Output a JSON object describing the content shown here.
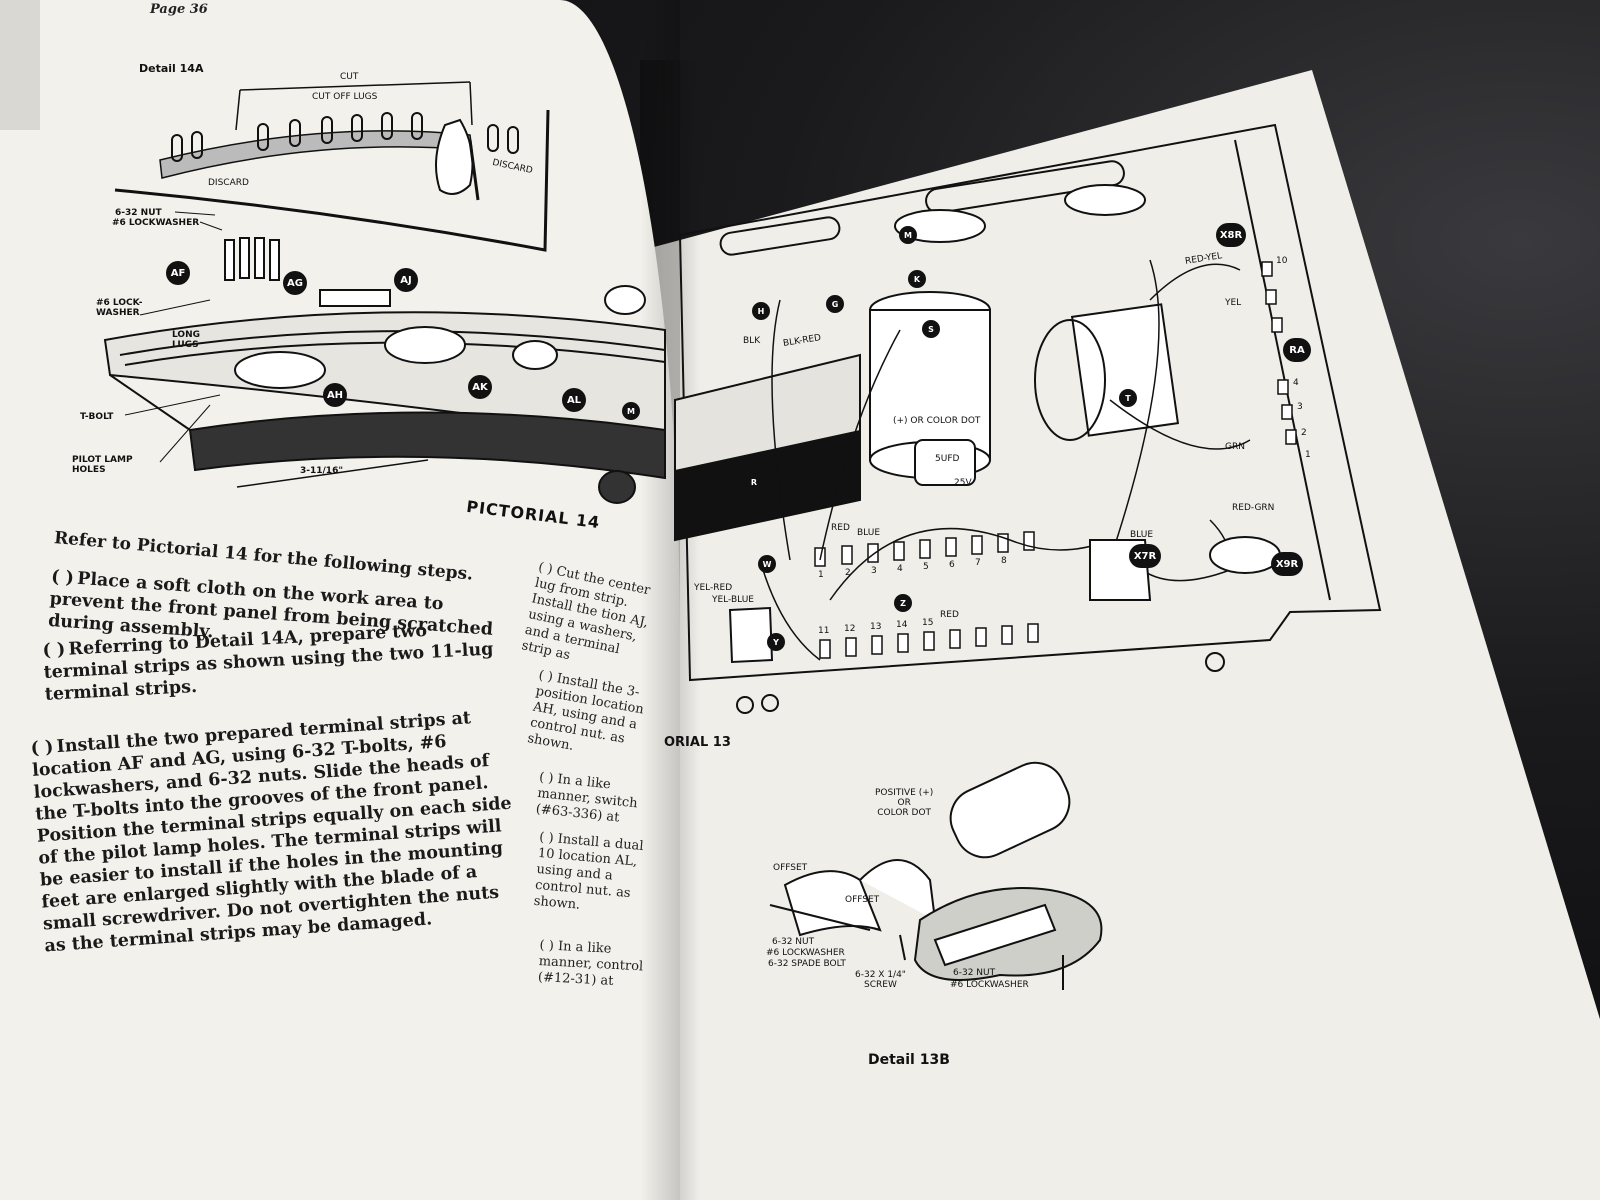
{
  "page": {
    "number": "Page 36"
  },
  "detail_14a": {
    "title": "Detail 14A",
    "labels": {
      "cut": "CUT",
      "cut_off_lugs": "CUT OFF LUGS",
      "discard_left": "DISCARD",
      "discard_right": "DISCARD"
    }
  },
  "pictorial_14": {
    "title": "PICTORIAL 14",
    "labels": {
      "nut": "6-32 NUT",
      "lockwasher": "#6 LOCKWASHER",
      "lockwasher2": "#6 LOCK-\nWASHER",
      "long_lugs": "LONG\nLUGS",
      "t_bolt": "T-BOLT",
      "pilot_holes": "PILOT LAMP\nHOLES",
      "dimension": "3-11/16\""
    },
    "badges": [
      "AF",
      "AG",
      "AJ",
      "AH",
      "AK",
      "AL",
      "M"
    ]
  },
  "instructions": {
    "intro": "Refer to Pictorial 14 for the following steps.",
    "steps": [
      {
        "check": "( )",
        "text": "Place a soft cloth on the work area to prevent the front panel from being scratched during assembly."
      },
      {
        "check": "( )",
        "text": "Referring to Detail 14A, prepare two terminal strips as shown using the two 11-lug terminal strips."
      },
      {
        "check": "( )",
        "text": "Install the two prepared terminal strips at location AF and AG, using 6-32 T-bolts, #6 lockwashers, and 6-32 nuts. Slide the heads of the T-bolts into the grooves of the front panel. Position the terminal strips equally on each side of the pilot lamp holes. The terminal strips will be easier to install if the holes in the mounting feet are enlarged slightly with the blade of a small screwdriver. Do not overtighten the nuts as the terminal strips may be damaged."
      }
    ]
  },
  "middle_column": [
    {
      "check": "( )",
      "text": "Cut the center lug from strip. Install the tion AJ, using a washers, and a terminal strip as"
    },
    {
      "check": "( )",
      "text": "Install the 3-position location AH, using and a control nut. as shown."
    },
    {
      "check": "( )",
      "text": "In a like manner, switch (#63-336) at"
    },
    {
      "check": "( )",
      "text": "Install a dual 10 location AL, using and a control nut. as shown."
    },
    {
      "check": "( )",
      "text": "In a like manner, control (#12-31) at"
    }
  ],
  "pictorial_13": {
    "title": "ORIAL 13",
    "badges": [
      "M",
      "X8R",
      "H",
      "G",
      "K",
      "S",
      "RA",
      "T",
      "R",
      "W",
      "X7R",
      "X9R",
      "Z",
      "Y"
    ],
    "wire_labels": [
      "RED-YEL",
      "YEL",
      "BLK",
      "BLK-RED",
      "GRN",
      "RED-GRN",
      "BLUE",
      "RED",
      "BLUE",
      "RED",
      "YEL-RED",
      "YEL-BLUE"
    ],
    "cap_label": "(+) OR COLOR DOT",
    "cap_value": "5UFD",
    "cap_voltage": "25V",
    "pin_numbers": [
      "10",
      "4",
      "3",
      "2",
      "1",
      "1",
      "2",
      "3",
      "4",
      "5",
      "6",
      "7",
      "8",
      "11",
      "12",
      "13",
      "14",
      "15"
    ]
  },
  "detail_13b": {
    "title": "Detail 13B",
    "labels": {
      "positive": "POSITIVE (+)\nOR\nCOLOR DOT",
      "offset1": "OFFSET",
      "offset2": "OFFSET",
      "nut": "6-32 NUT",
      "lockwasher": "#6 LOCKWASHER",
      "spade_bolt": "6-32 SPADE BOLT",
      "screw": "6-32 X 1/4\"\nSCREW",
      "nut2": "6-32 NUT",
      "lockwasher2": "#6 LOCKWASHER"
    }
  }
}
